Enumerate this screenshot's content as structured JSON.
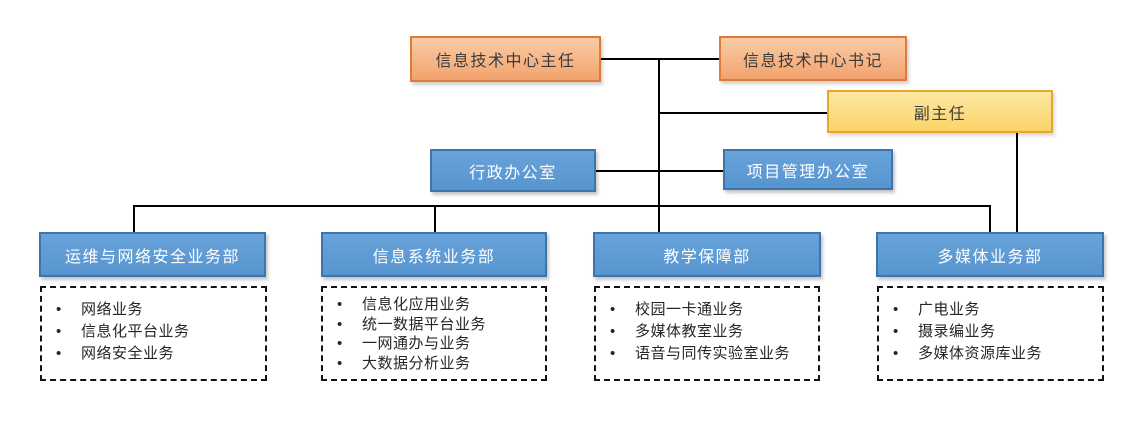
{
  "org_chart": {
    "top": {
      "director": "信息技术中心主任",
      "secretary": "信息技术中心书记",
      "deputy": "副主任"
    },
    "offices": {
      "admin": "行政办公室",
      "project": "项目管理办公室"
    },
    "departments": [
      {
        "label": "运维与网络安全业务部",
        "items": [
          "网络业务",
          "信息化平台业务",
          "网络安全业务"
        ]
      },
      {
        "label": "信息系统业务部",
        "items": [
          "信息化应用业务",
          "统一数据平台业务",
          "一网通办与业务",
          "大数据分析业务"
        ]
      },
      {
        "label": "教学保障部",
        "items": [
          "校园一卡通业务",
          "多媒体教室业务",
          "语音与同传实验室业务"
        ]
      },
      {
        "label": "多媒体业务部",
        "items": [
          "广电业务",
          "摄录编业务",
          "多媒体资源库业务"
        ]
      }
    ],
    "bullet_glyph": "•",
    "colors": {
      "leader_fill": "#F4B183",
      "leader_border": "#ED7D31",
      "deputy_fill": "#FFD966",
      "deputy_border": "#E2A92F",
      "dept_fill": "#5B9BD5",
      "dept_border": "#3E74A8",
      "connector": "#000000",
      "list_border": "#141414",
      "background": "#FFFFFF"
    }
  }
}
